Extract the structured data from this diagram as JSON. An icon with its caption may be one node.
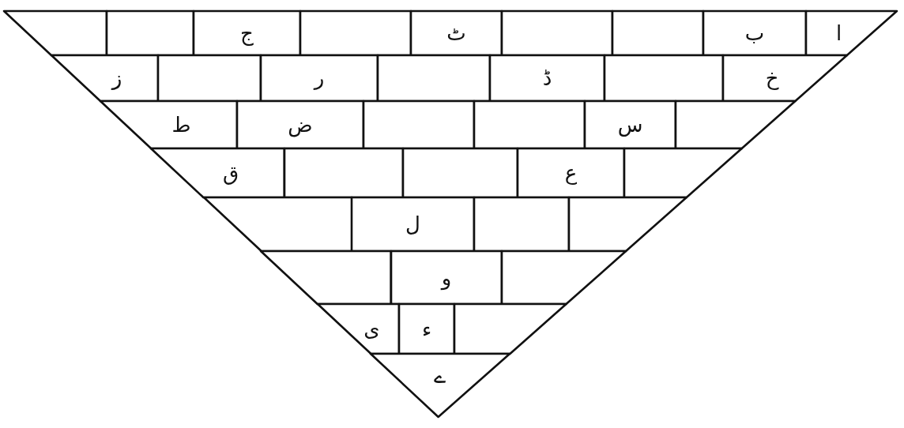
{
  "diagram": {
    "nodes": [
      {
        "text": [],
        "shape": "box"
      },
      {
        "text": [],
        "shape": "box"
      },
      {
        "text": [
          "ج"
        ]
      },
      {
        "text": [],
        "shape": "box"
      },
      {
        "text": [
          "ٹ"
        ]
      },
      {
        "text": [],
        "shape": "box"
      },
      {
        "text": [],
        "shape": "box"
      },
      {
        "text": [
          "ب"
        ]
      },
      {
        "text": [
          "ا"
        ]
      },
      {
        "text": [
          "ز"
        ]
      },
      {
        "text": [],
        "shape": "box"
      },
      {
        "text": [
          "ر"
        ]
      },
      {
        "text": [],
        "shape": "box"
      },
      {
        "text": [
          "ڈ"
        ]
      },
      {
        "text": [],
        "shape": "box"
      },
      {
        "text": [
          "خ"
        ]
      },
      {
        "text": [
          "ط"
        ]
      },
      {
        "text": [
          "ض"
        ]
      },
      {
        "text": [],
        "shape": "box"
      },
      {
        "text": [],
        "shape": "box"
      },
      {
        "text": [
          "س"
        ]
      },
      {
        "text": [],
        "shape": "box"
      },
      {
        "text": [
          "ق"
        ]
      },
      {
        "text": [],
        "shape": "box"
      },
      {
        "text": [],
        "shape": "box"
      },
      {
        "text": [
          "ع"
        ]
      },
      {
        "text": [],
        "shape": "box"
      },
      {
        "text": [],
        "shape": "box"
      },
      {
        "text": [
          "ل"
        ]
      },
      {
        "text": [],
        "shape": "box"
      },
      {
        "text": [],
        "shape": "box"
      },
      {
        "text": [],
        "shape": "box"
      },
      {
        "text": [
          "و"
        ]
      },
      {
        "text": [],
        "shape": "box"
      },
      {
        "text": [
          "ی"
        ]
      },
      {
        "text": [
          "ء"
        ]
      },
      {
        "text": [],
        "shape": "box"
      },
      {
        "text": [
          "ے"
        ]
      }
    ]
  }
}
